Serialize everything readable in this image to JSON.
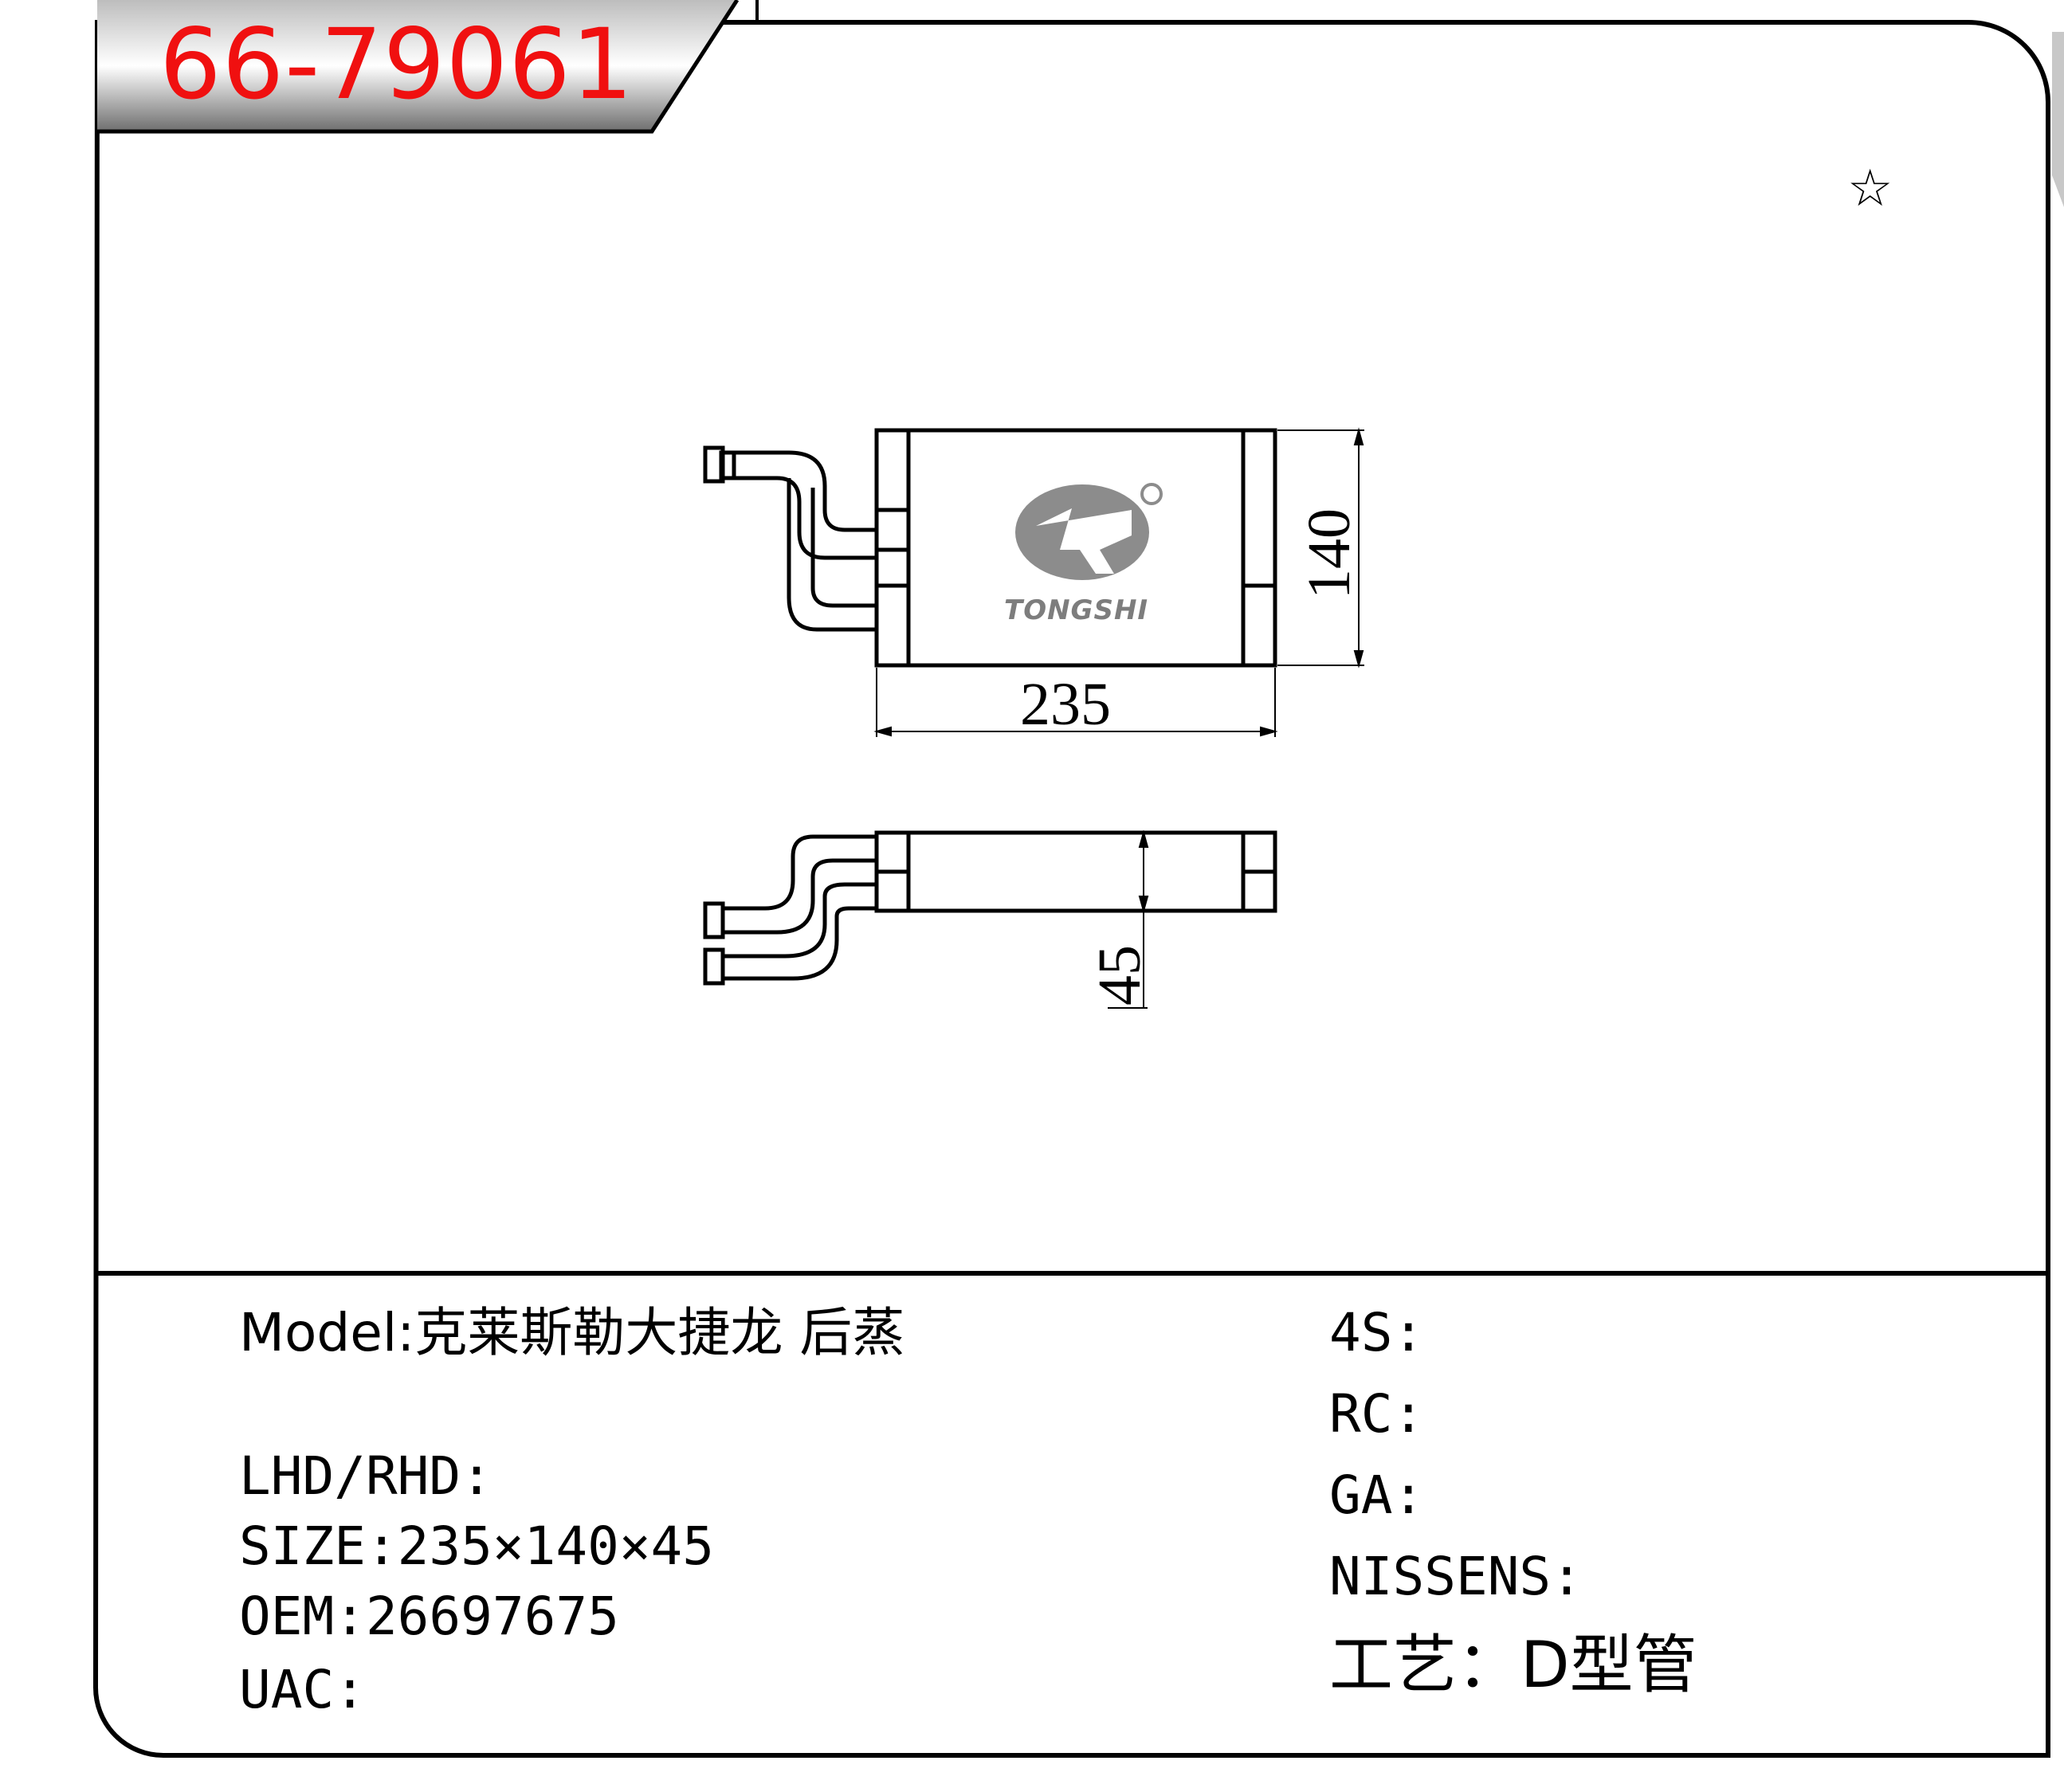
{
  "header": {
    "part_code": "66-79061",
    "marker_icon": "star-outline-icon"
  },
  "drawing": {
    "width_label": "235",
    "height_label": "140",
    "depth_label": "45",
    "brand_logo_text": "TONGSHI"
  },
  "specs_left": {
    "model": "Model:克莱斯勒大捷龙 后蒸",
    "lhd_rhd": "LHD/RHD:",
    "size": "SIZE:235×140×45",
    "oem": "OEM:26697675",
    "uac": "UAC:"
  },
  "specs_right": {
    "s4": "4S:",
    "rc": "RC:",
    "ga": "GA:",
    "nissens": "NISSENS:",
    "process": "工艺：D型管"
  },
  "colors": {
    "code_red": "#f01010",
    "tab_gray": "#8a8a8a",
    "logo_gray": "#8c8c8c"
  }
}
